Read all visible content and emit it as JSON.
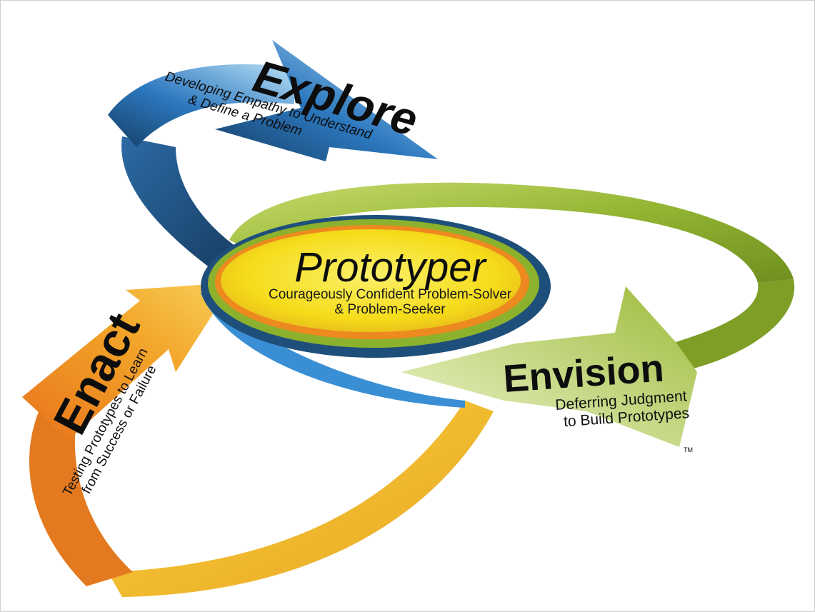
{
  "diagram": {
    "center": {
      "title": "Prototyper",
      "subtitle_line1": "Courageously Confident Problem-Solver",
      "subtitle_line2": "& Problem-Seeker"
    },
    "explore": {
      "title": "Explore",
      "subtitle_line1": "Developing Empathy to Understand",
      "subtitle_line2": "& Define a Problem"
    },
    "envision": {
      "title": "Envision",
      "subtitle_line1": "Deferring Judgment",
      "subtitle_line2": "to Build Prototypes"
    },
    "enact": {
      "title": "Enact",
      "subtitle_line1": "Testing Prototypes to Learn",
      "subtitle_line2": "from Success or Failure"
    },
    "trademark": "TM"
  },
  "colors": {
    "explore_blue": "#2f7fc6",
    "explore_light": "#a9d8f4",
    "envision_green": "#8aae2c",
    "envision_light": "#d6e79a",
    "enact_orange": "#e9871f",
    "enact_yellow": "#f6c02c",
    "center_yellow": "#f7e21a",
    "ring_navy": "#1e4f7a"
  }
}
